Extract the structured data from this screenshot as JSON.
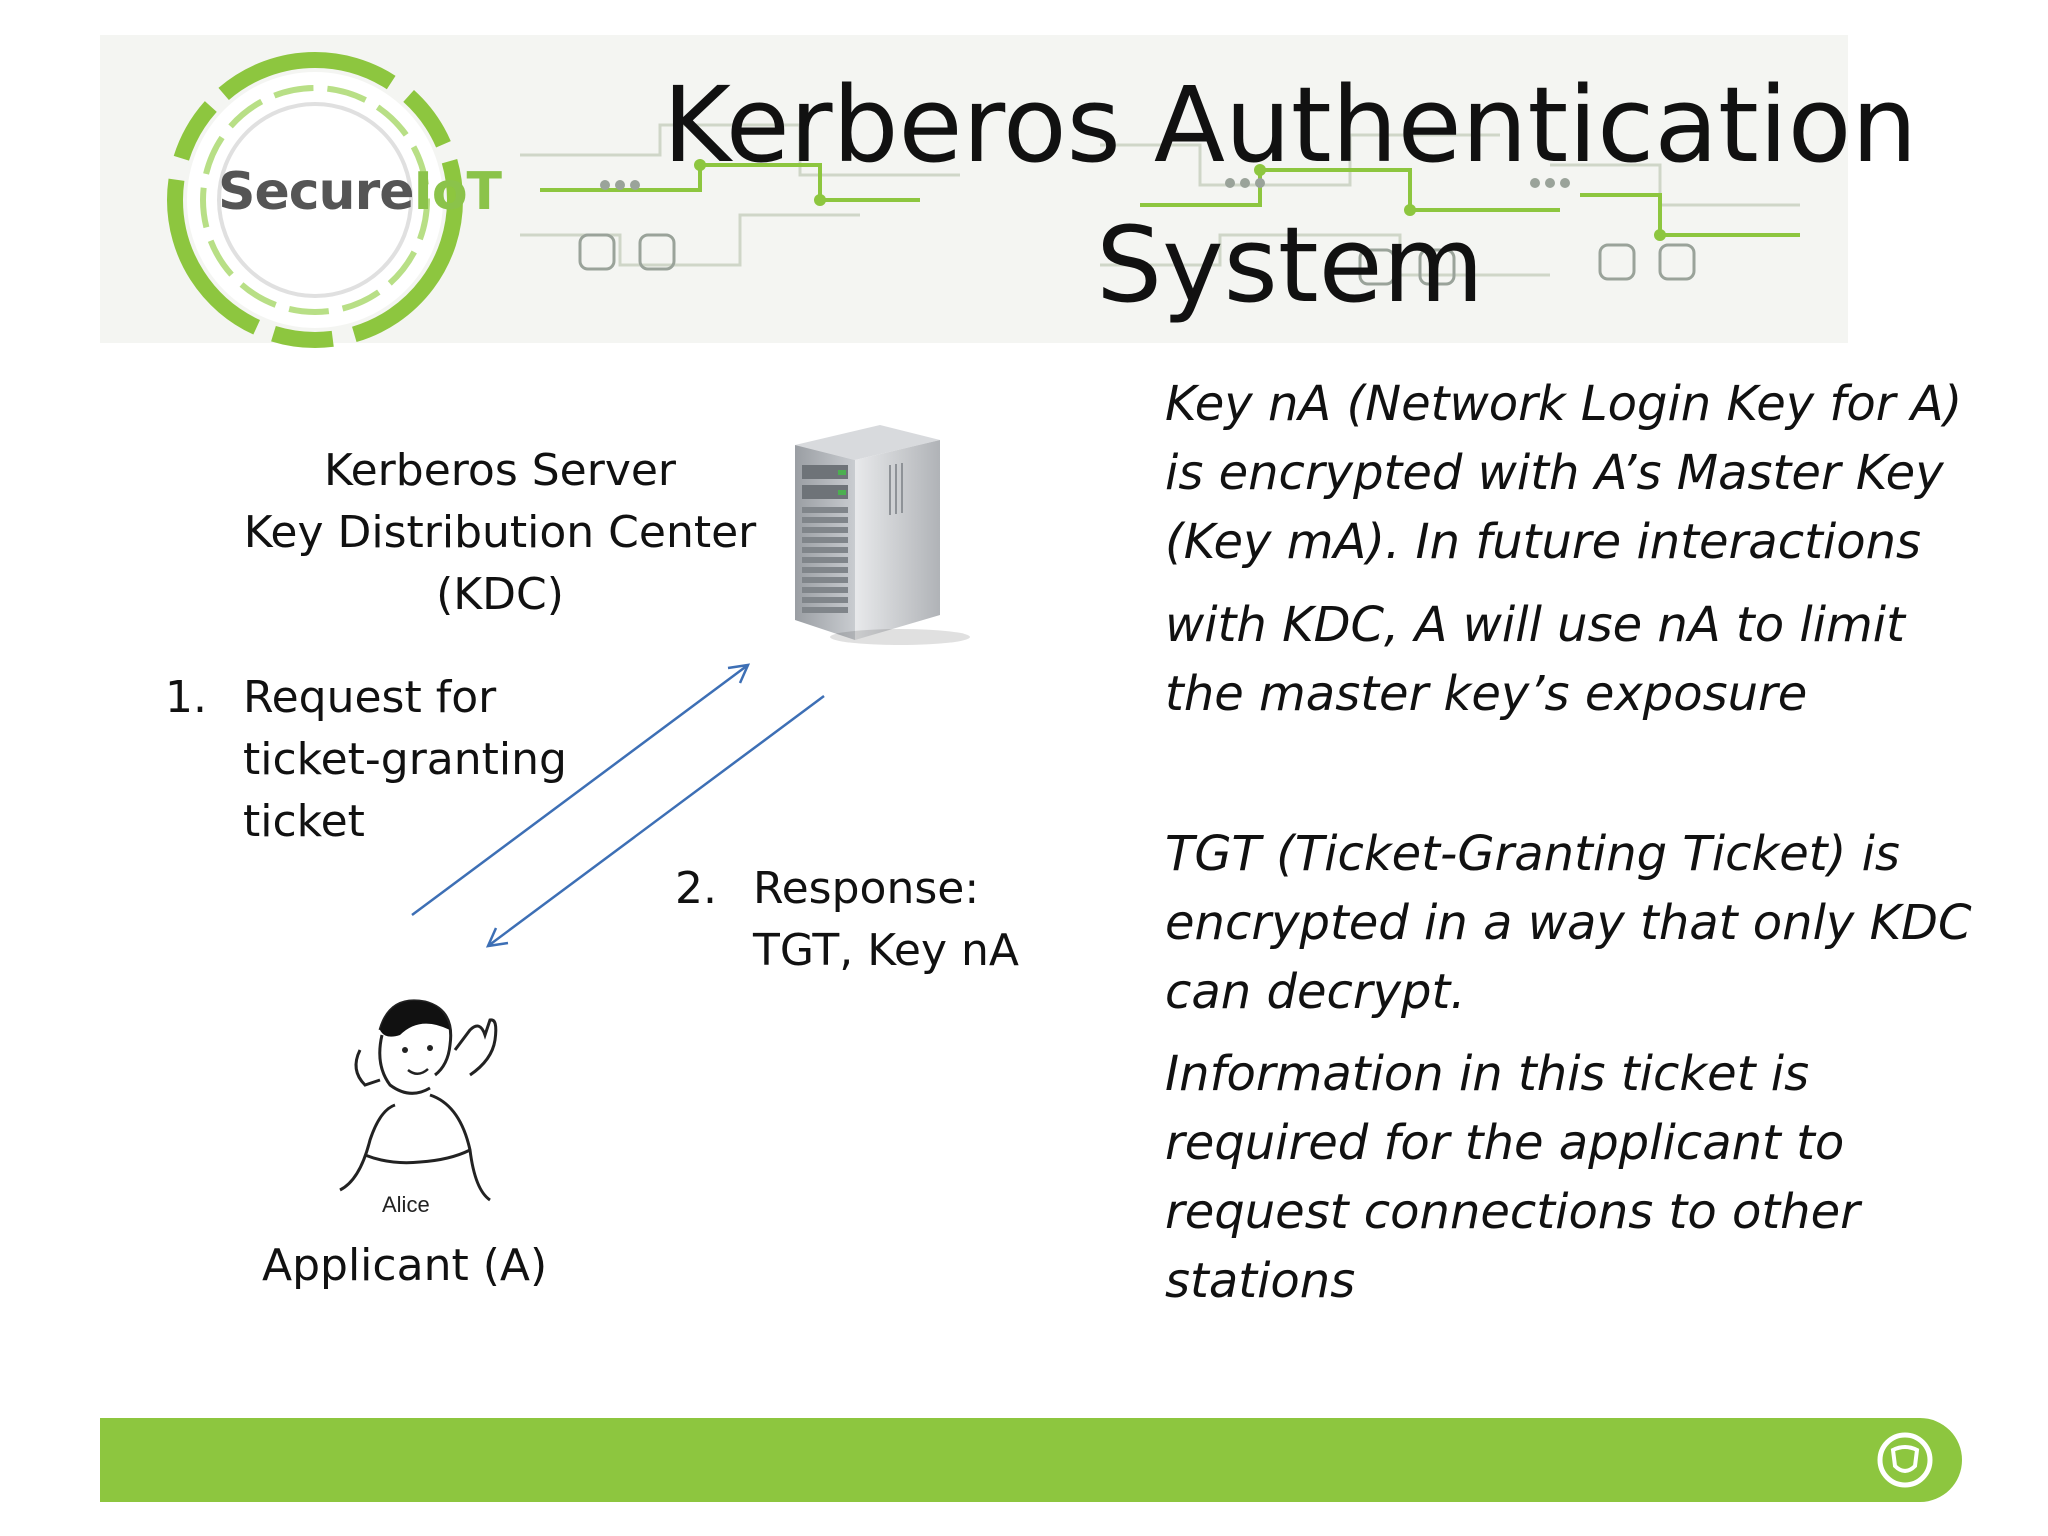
{
  "header": {
    "title_line1": "Kerberos Authentication",
    "title_line2": "System",
    "logo_text_secure": "Secure",
    "logo_text_iot": "IoT"
  },
  "diagram": {
    "server_label": [
      "Kerberos Server",
      "Key Distribution Center",
      "(KDC)"
    ],
    "step1": {
      "number": "1.",
      "lines": [
        "Request for",
        "ticket-granting",
        "ticket"
      ]
    },
    "step2": {
      "number": "2.",
      "lines": [
        "Response:",
        "TGT, Key nA"
      ]
    },
    "alice_caption": "Alice",
    "applicant_label": "Applicant (A)"
  },
  "notes": {
    "paragraph1": [
      "Key nA (Network Login Key for A)",
      "is encrypted with A’s Master Key",
      "(Key mA). In future interactions",
      "with KDC, A will use nA to limit",
      "the master key’s exposure"
    ],
    "paragraph2": [
      "TGT (Ticket-Granting Ticket) is",
      "encrypted in a way that only KDC",
      "can decrypt."
    ],
    "paragraph3": [
      "Information in this ticket is",
      "required for the applicant to",
      "request connections to other",
      "stations"
    ]
  },
  "colors": {
    "brand_green": "#8dc63f",
    "arrow_blue": "#3d6fb5"
  },
  "icons": [
    "server-icon",
    "alice-figure",
    "shield-icon"
  ]
}
